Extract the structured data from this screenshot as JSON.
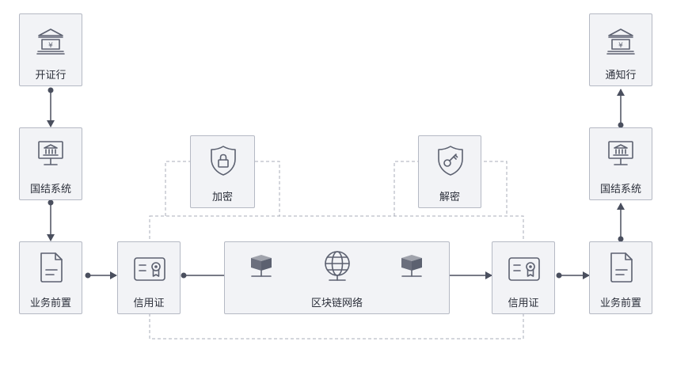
{
  "nodes": {
    "issuing_bank": {
      "label": "开证行",
      "icon": "bank-icon"
    },
    "national_system_left": {
      "label": "国结系统",
      "icon": "monitor-bank-icon"
    },
    "business_front_left": {
      "label": "业务前置",
      "icon": "document-icon"
    },
    "credit_letter_left": {
      "label": "信用证",
      "icon": "certificate-icon"
    },
    "encrypt": {
      "label": "加密",
      "icon": "shield-lock-icon"
    },
    "blockchain": {
      "label": "区块链网络",
      "icons": [
        "server-box-icon",
        "globe-network-icon",
        "server-box-icon"
      ]
    },
    "decrypt": {
      "label": "解密",
      "icon": "shield-key-icon"
    },
    "credit_letter_right": {
      "label": "信用证",
      "icon": "certificate-icon"
    },
    "business_front_right": {
      "label": "业务前置",
      "icon": "document-icon"
    },
    "national_system_right": {
      "label": "国结系统",
      "icon": "monitor-bank-icon"
    },
    "advising_bank": {
      "label": "通知行",
      "icon": "bank-icon"
    }
  },
  "bank_symbol": "¥",
  "colors": {
    "node_bg": "#f2f3f6",
    "node_border": "#b5b9c4",
    "edge": "#4a4f5e",
    "icon": "#5c6170",
    "dashed": "#a9adb8"
  }
}
